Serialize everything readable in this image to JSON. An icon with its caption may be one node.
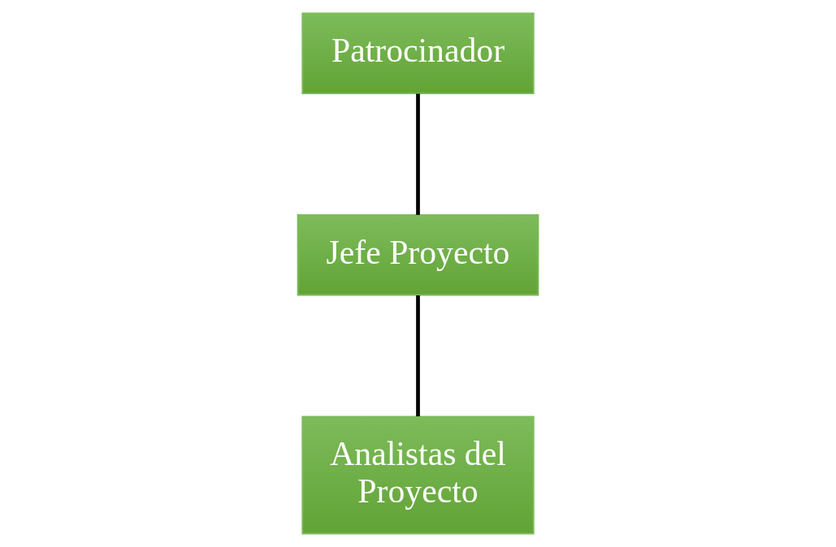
{
  "diagram": {
    "nodes": [
      {
        "text": [
          "Patrocinador"
        ]
      },
      {
        "text": [
          "Jefe Proyecto"
        ]
      },
      {
        "text": [
          "Analistas del Proyecto"
        ]
      }
    ],
    "edges": [
      {
        "from": 0,
        "to": 1,
        "arrow": "none"
      },
      {
        "from": 1,
        "to": 2,
        "arrow": "none"
      }
    ]
  }
}
